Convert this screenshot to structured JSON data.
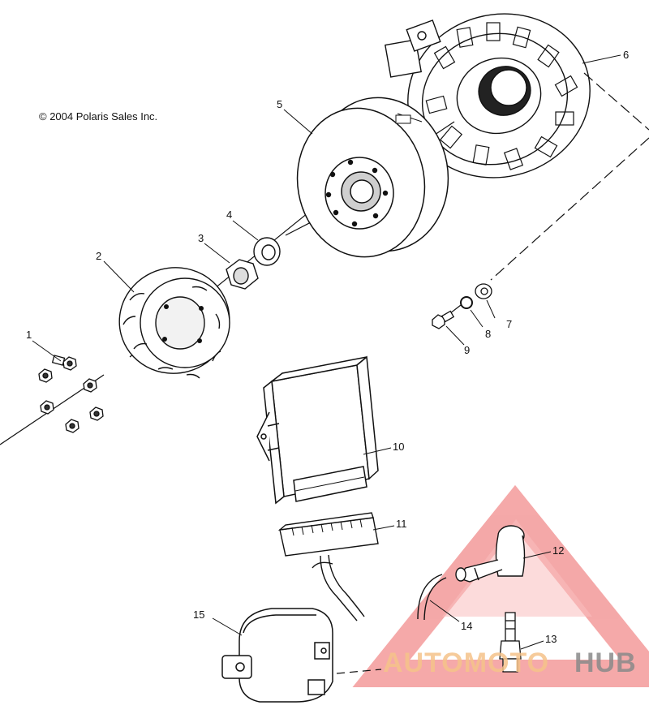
{
  "copyright": "© 2004 Polaris Sales Inc.",
  "callouts": {
    "c1": "1",
    "c2": "2",
    "c3": "3",
    "c4": "4",
    "c5": "5",
    "c6": "6",
    "c7": "7",
    "c8": "8",
    "c9": "9",
    "c10": "10",
    "c11": "11",
    "c12": "12",
    "c13": "13",
    "c14": "14",
    "c15": "15"
  },
  "watermark": {
    "part1": "AUTOMOTO",
    "part2": "HUB",
    "color_primary": "#f4a6a6",
    "color_accent": "#f5c38a",
    "color_dark": "#8a8a8a"
  }
}
